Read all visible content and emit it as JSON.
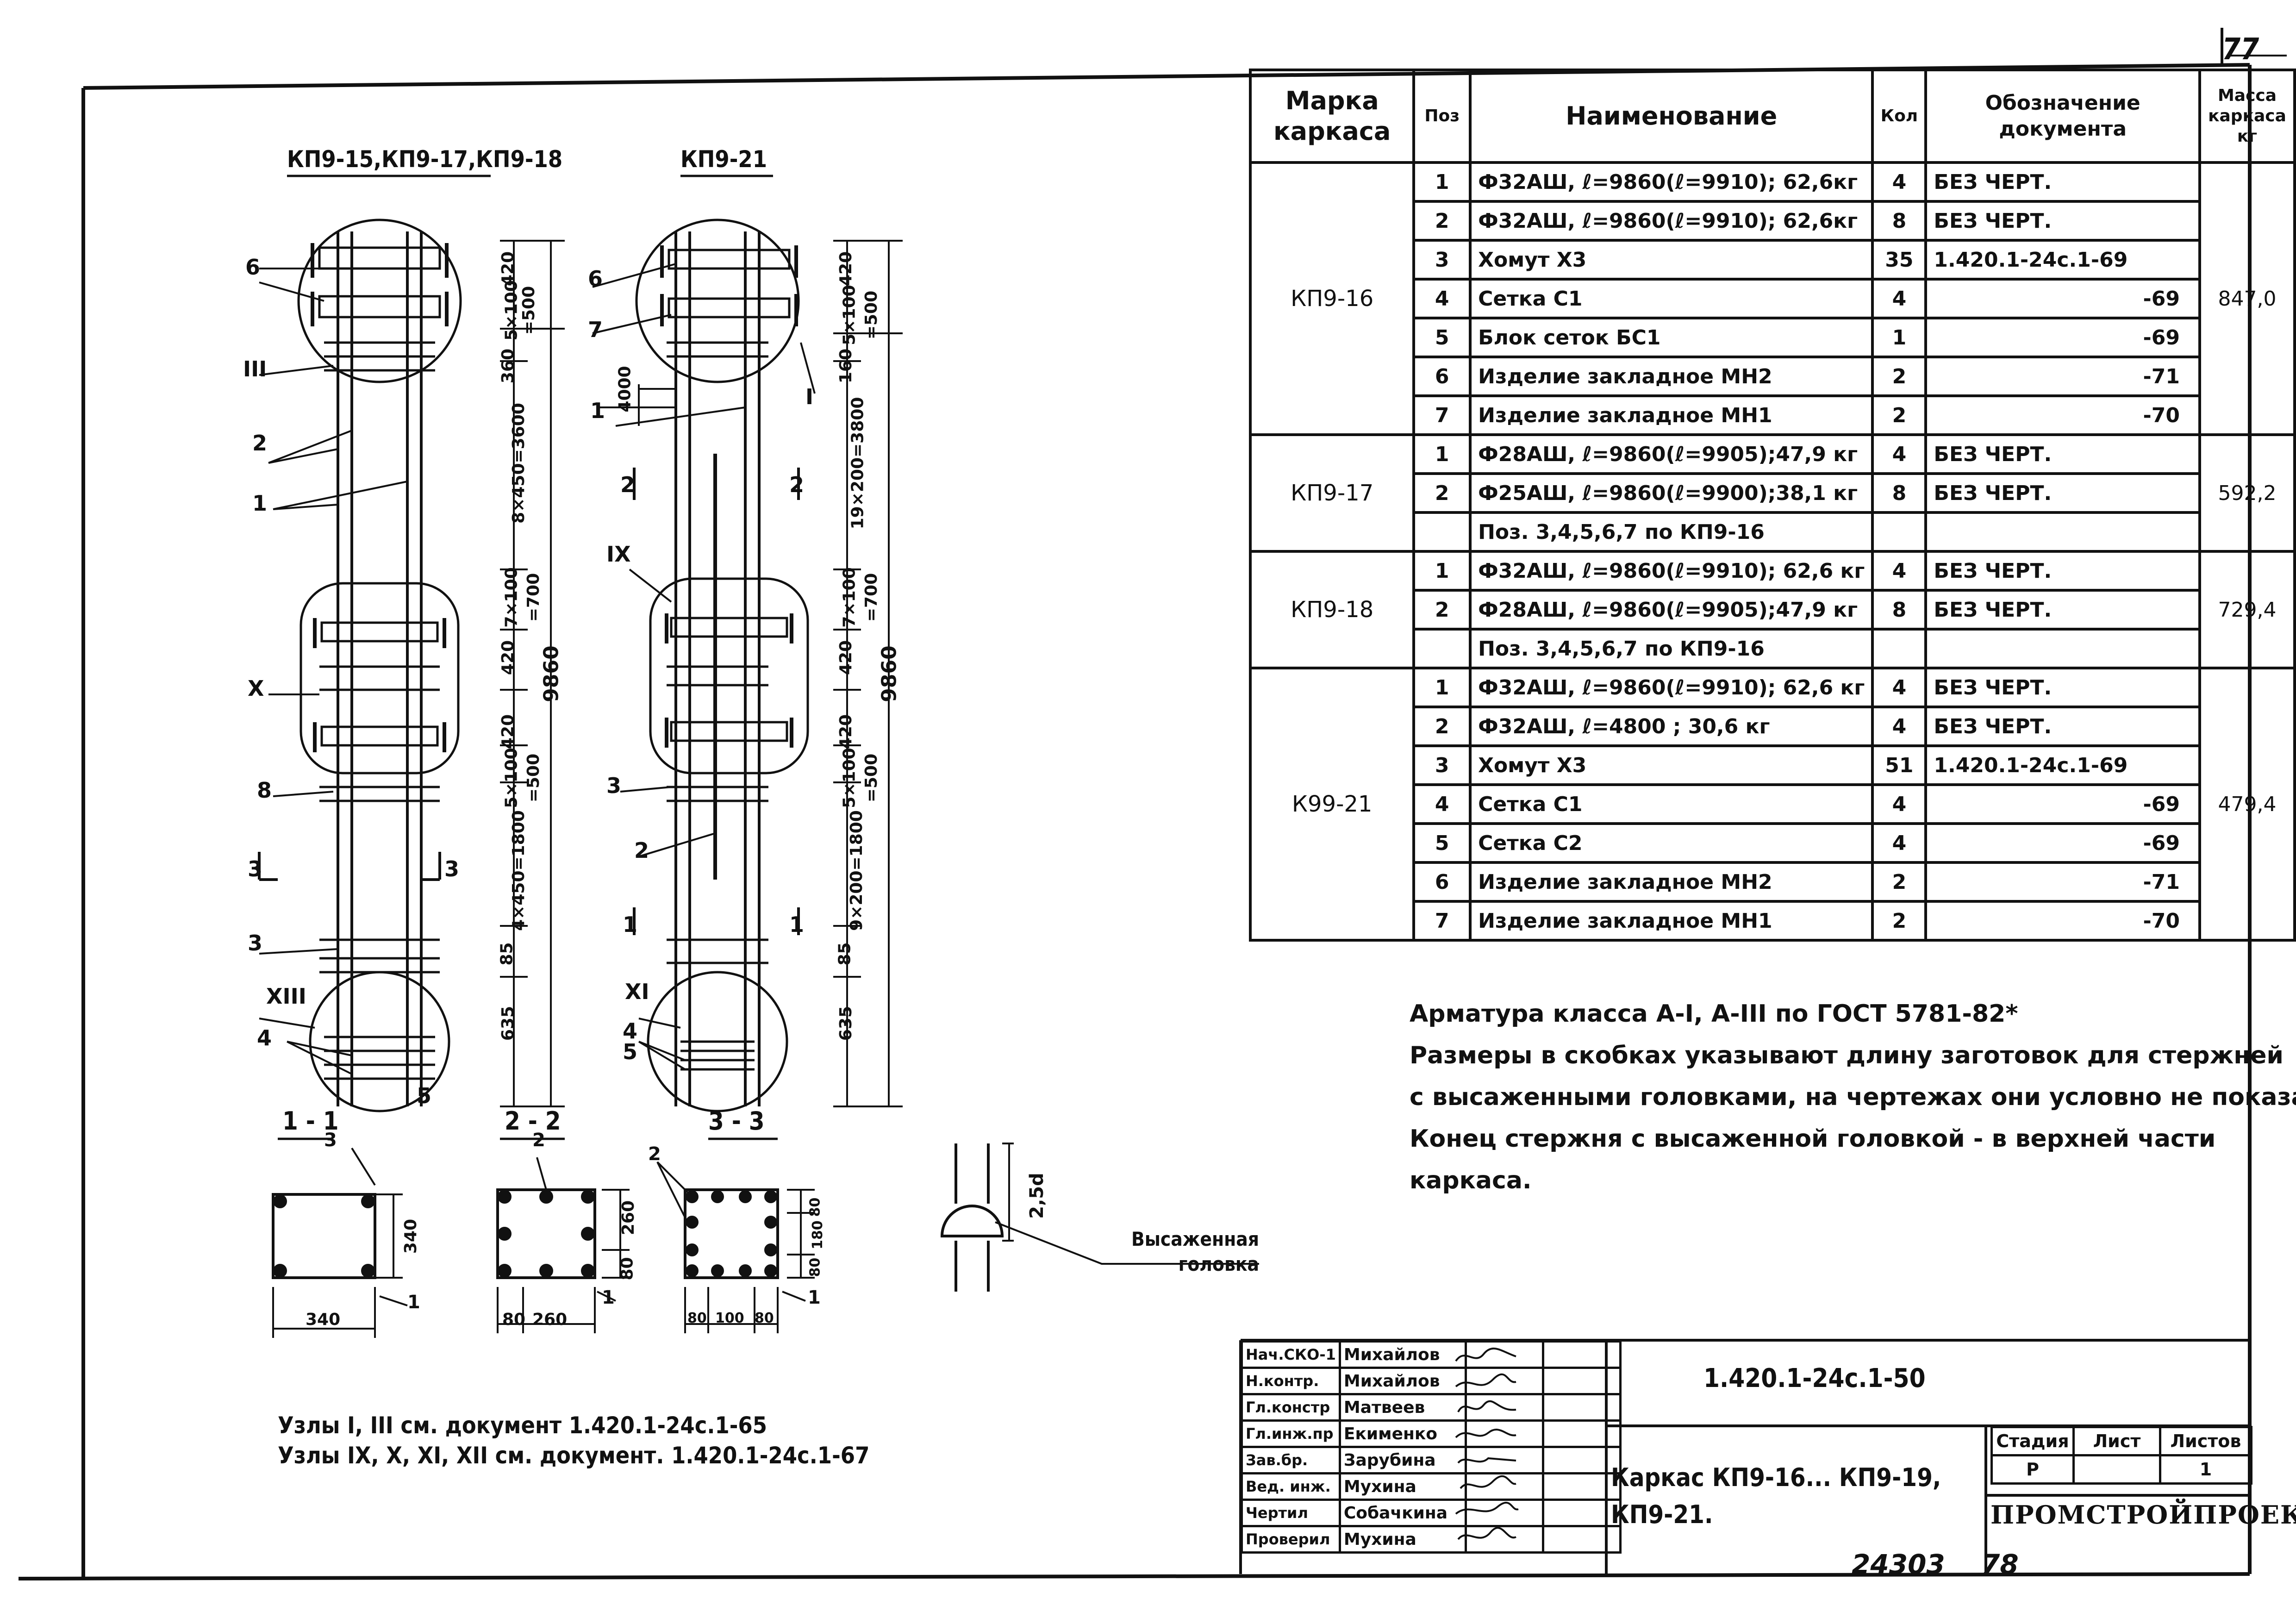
{
  "page_number": "77",
  "drawing_titles": {
    "left": "КП9-15,КП9-17,КП9-18",
    "right": "КП9-21"
  },
  "spec_table": {
    "headers": {
      "marka": "Марка каркаса",
      "pos": "Поз",
      "name": "Наименование",
      "kol": "Кол",
      "oboznachenie": "Обозначение документа",
      "massa": "Масса каркаса кг"
    },
    "groups": [
      {
        "marka": "КП9-16",
        "massa": "847,0",
        "rows": [
          {
            "pos": "1",
            "name": "Ф32АШ, ℓ=9860(ℓ=9910); 62,6кг",
            "kol": "4",
            "doc": "БЕЗ ЧЕРТ."
          },
          {
            "pos": "2",
            "name": "Ф32АШ, ℓ=9860(ℓ=9910); 62,6кг",
            "kol": "8",
            "doc": "БЕЗ ЧЕРТ."
          },
          {
            "pos": "3",
            "name": "Хомут Х3",
            "kol": "35",
            "doc": "1.420.1-24с.1-69"
          },
          {
            "pos": "4",
            "name": "Сетка С1",
            "kol": "4",
            "doc": "-69"
          },
          {
            "pos": "5",
            "name": "Блок сеток БС1",
            "kol": "1",
            "doc": "-69"
          },
          {
            "pos": "6",
            "name": "Изделие закладное МН2",
            "kol": "2",
            "doc": "-71"
          },
          {
            "pos": "7",
            "name": "Изделие закладное МН1",
            "kol": "2",
            "doc": "-70"
          }
        ]
      },
      {
        "marka": "КП9-17",
        "massa": "592,2",
        "rows": [
          {
            "pos": "1",
            "name": "Ф28АШ, ℓ=9860(ℓ=9905);47,9 кг",
            "kol": "4",
            "doc": "БЕЗ ЧЕРТ."
          },
          {
            "pos": "2",
            "name": "Ф25АШ, ℓ=9860(ℓ=9900);38,1 кг",
            "kol": "8",
            "doc": "БЕЗ ЧЕРТ."
          },
          {
            "pos": "",
            "name": "Поз. 3,4,5,6,7 по КП9-16",
            "kol": "",
            "doc": ""
          }
        ]
      },
      {
        "marka": "КП9-18",
        "massa": "729,4",
        "rows": [
          {
            "pos": "1",
            "name": "Ф32АШ, ℓ=9860(ℓ=9910); 62,6 кг",
            "kol": "4",
            "doc": "БЕЗ ЧЕРТ."
          },
          {
            "pos": "2",
            "name": "Ф28АШ, ℓ=9860(ℓ=9905);47,9 кг",
            "kol": "8",
            "doc": "БЕЗ ЧЕРТ."
          },
          {
            "pos": "",
            "name": "Поз. 3,4,5,6,7 по КП9-16",
            "kol": "",
            "doc": ""
          }
        ]
      },
      {
        "marka": "К99-21",
        "massa": "479,4",
        "rows": [
          {
            "pos": "1",
            "name": "Ф32АШ, ℓ=9860(ℓ=9910); 62,6 кг",
            "kol": "4",
            "doc": "БЕЗ ЧЕРТ."
          },
          {
            "pos": "2",
            "name": "Ф32АШ, ℓ=4800 ; 30,6 кг",
            "kol": "4",
            "doc": "БЕЗ ЧЕРТ."
          },
          {
            "pos": "3",
            "name": "Хомут Х3",
            "kol": "51",
            "doc": "1.420.1-24с.1-69"
          },
          {
            "pos": "4",
            "name": "Сетка С1",
            "kol": "4",
            "doc": "-69"
          },
          {
            "pos": "5",
            "name": "Сетка С2",
            "kol": "4",
            "doc": "-69"
          },
          {
            "pos": "6",
            "name": "Изделие закладное МН2",
            "kol": "2",
            "doc": "-71"
          },
          {
            "pos": "7",
            "name": "Изделие закладное МН1",
            "kol": "2",
            "doc": "-70"
          }
        ]
      }
    ]
  },
  "notes": [
    "Арматура класса А-I, А-III по ГОСТ 5781-82*",
    "Размеры в скобках указывают длину заготовок для стержней",
    "с высаженными головками, на чертежах они условно не показаны.",
    "Конец стержня с высаженной головкой - в верхней части",
    "каркаса."
  ],
  "detail_label": "Высаженная головка",
  "detail_dim": "2,5d",
  "section_labels": [
    "1 - 1",
    "2 - 2",
    "3 - 3"
  ],
  "section_dims": {
    "s1_w": "340",
    "s1_h": "340",
    "s2_a": "80",
    "s2_b": "260",
    "s2_c": "260",
    "s2_d": "80",
    "s3_a": "80",
    "s3_b": "100",
    "s3_c": "80",
    "s3_d": "80",
    "s3_e": "180",
    "s3_f": "80"
  },
  "bottom_notes": [
    "Узлы I, III см. документ 1.420.1-24с.1-65",
    "Узлы IX, X, XI, XII см. документ. 1.420.1-24с.1-67"
  ],
  "left_dims": [
    "420",
    "5×100",
    "=500",
    "360",
    "8×450=3600",
    "7×100",
    "=700",
    "420",
    "420",
    "5×100",
    "=500",
    "4×450=1800",
    "85",
    "635",
    "9860"
  ],
  "right_dims": [
    "420",
    "5×100",
    "=500",
    "160",
    "19×200=3800",
    "7×100",
    "=700",
    "420",
    "420",
    "5×100",
    "=500",
    "9×200=1800",
    "85",
    "635",
    "9860",
    "4000"
  ],
  "title_block": {
    "signatures": [
      {
        "role": "Нач.СКО-1",
        "name": "Михайлов"
      },
      {
        "role": "Н.контр.",
        "name": "Михайлов"
      },
      {
        "role": "Гл.констр",
        "name": "Матвеев"
      },
      {
        "role": "Гл.инж.пр",
        "name": "Екименко"
      },
      {
        "role": "Зав.бр.",
        "name": "Зарубина"
      },
      {
        "role": "Вед. инж.",
        "name": "Мухина"
      },
      {
        "role": "Чертил",
        "name": "Собачкина"
      },
      {
        "role": "Проверил",
        "name": "Мухина"
      }
    ],
    "doc_code": "1.420.1-24с.1-50",
    "title_line1": "Каркас КП9-16... КП9-19,",
    "title_line2": "КП9-21.",
    "stage_header": "Стадия",
    "sheet_header": "Лист",
    "sheets_header": "Листов",
    "stage": "Р",
    "sheets": "1",
    "organization": "ПРОМСТРОЙПРОЕКТ"
  },
  "footer_left": "24303",
  "footer_right": "78"
}
